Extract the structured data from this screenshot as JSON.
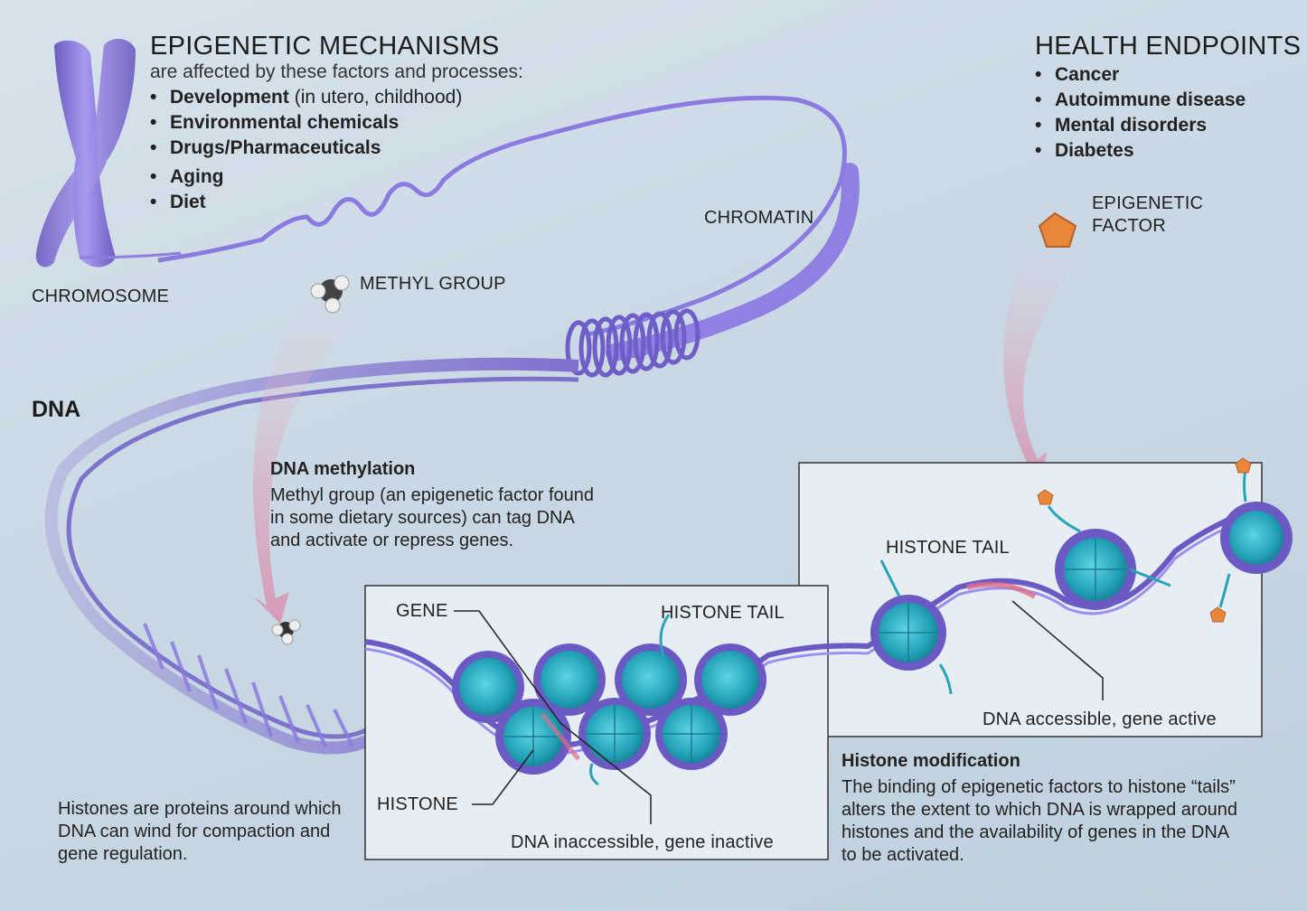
{
  "epigenetic": {
    "title": "EPIGENETIC MECHANISMS",
    "subtitle": "are affected by these factors and processes:",
    "factors": [
      {
        "bold": "Development",
        "rest": " (in utero, childhood)"
      },
      {
        "bold": "Environmental chemicals",
        "rest": ""
      },
      {
        "bold": "Drugs/Pharmaceuticals",
        "rest": ""
      },
      {
        "bold": "Aging",
        "rest": ""
      },
      {
        "bold": "Diet",
        "rest": ""
      }
    ]
  },
  "health": {
    "title": "HEALTH ENDPOINTS",
    "items": [
      "Cancer",
      "Autoimmune disease",
      "Mental disorders",
      "Diabetes"
    ]
  },
  "labels": {
    "chromosome": "CHROMOSOME",
    "chromatin": "CHROMATIN",
    "methyl_group": "METHYL GROUP",
    "epigenetic_factor_1": "EPIGENETIC",
    "epigenetic_factor_2": "FACTOR",
    "dna": "DNA",
    "gene": "GENE",
    "histone_tail_left": "HISTONE TAIL",
    "histone_tail_right": "HISTONE TAIL",
    "histone": "HISTONE",
    "dna_inaccessible": "DNA inaccessible, gene inactive",
    "dna_accessible": "DNA accessible, gene active"
  },
  "methylation": {
    "title": "DNA methylation",
    "lines": [
      "Methyl group (an epigenetic factor found",
      "in some dietary sources) can tag DNA",
      "and activate or repress genes."
    ]
  },
  "histones_note": {
    "lines": [
      "Histones are proteins around which",
      "DNA can wind for compaction and",
      "gene regulation."
    ]
  },
  "histone_mod": {
    "title": "Histone modification",
    "lines": [
      "The binding of epigenetic factors to histone “tails”",
      "alters the extent to which DNA is wrapped around",
      "histones and the availability of genes in the DNA",
      "to be activated."
    ]
  },
  "colors": {
    "dna_purple": "#7f6fcf",
    "histone_teal": "#2aa3b8",
    "arrow_pink": "#d88fb0",
    "factor_orange": "#e8863a"
  }
}
